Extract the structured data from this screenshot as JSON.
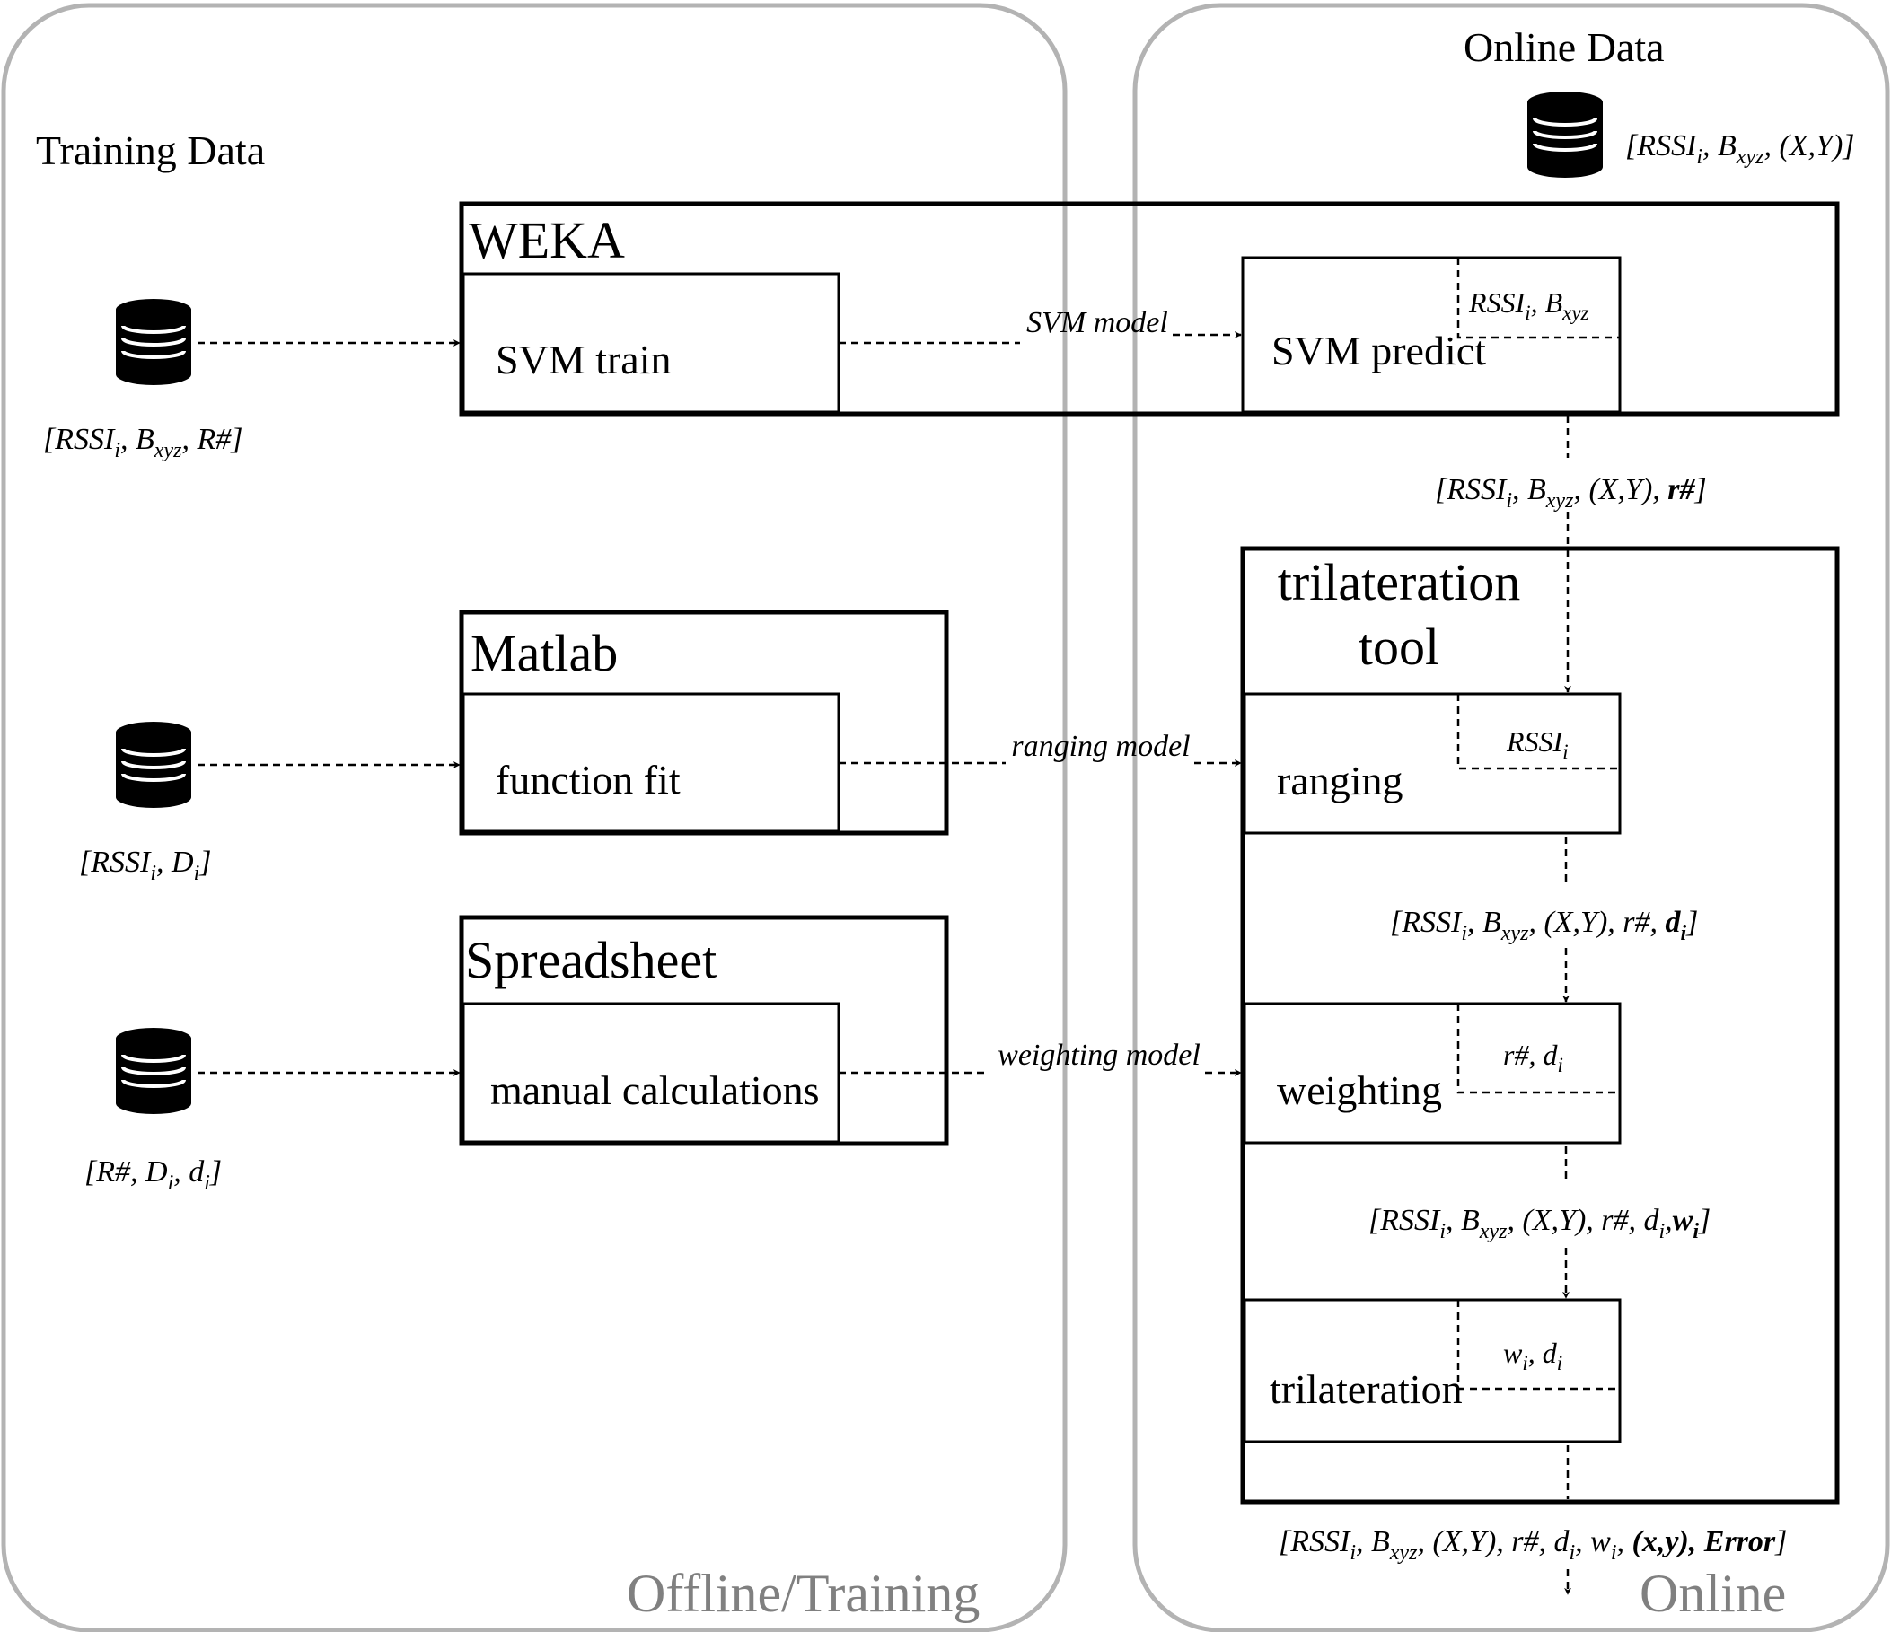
{
  "panels": {
    "offline": {
      "label": "Offline/Training",
      "heading": "Training Data"
    },
    "online": {
      "label": "Online",
      "heading": "Online Data"
    }
  },
  "online_db_label": {
    "a": "[RSSI",
    "a_sub": "i",
    "b": ", B",
    "b_sub": "xyz",
    "c": ", (X,Y)]"
  },
  "training_sources": [
    {
      "name": "svm-training",
      "parts": [
        [
          "[RSSI",
          ""
        ],
        [
          "i",
          "sub"
        ],
        [
          ", B",
          ""
        ],
        [
          "xyz",
          "sub"
        ],
        [
          ", R#]",
          ""
        ]
      ]
    },
    {
      "name": "ranging-training",
      "parts": [
        [
          "[RSSI",
          ""
        ],
        [
          "i",
          "sub"
        ],
        [
          ", D",
          ""
        ],
        [
          "i",
          "sub"
        ],
        [
          "]",
          ""
        ]
      ]
    },
    {
      "name": "weighting-training",
      "parts": [
        [
          "[R#, D",
          ""
        ],
        [
          "i",
          "sub"
        ],
        [
          ", d",
          ""
        ],
        [
          "i",
          "sub"
        ],
        [
          "]",
          ""
        ]
      ]
    }
  ],
  "tools": {
    "weka": {
      "title": "WEKA",
      "train": "SVM train",
      "predict": "SVM predict",
      "predict_input": [
        [
          "RSSI",
          ""
        ],
        [
          "i",
          "sub"
        ],
        [
          ", B",
          ""
        ],
        [
          "xyz",
          "sub"
        ]
      ]
    },
    "matlab": {
      "title": "Matlab",
      "inner": "function fit"
    },
    "spreadsheet": {
      "title": "Spreadsheet",
      "inner": "manual calculations"
    }
  },
  "models": {
    "svm": "SVM model",
    "ranging": "ranging model",
    "weighting": "weighting model"
  },
  "trilateration_tool": {
    "title_line1": "trilateration",
    "title_line2": "tool",
    "steps": {
      "ranging": {
        "label": "ranging",
        "input": [
          [
            "RSSI",
            ""
          ],
          [
            "i",
            "sub"
          ]
        ]
      },
      "weighting": {
        "label": "weighting",
        "input": [
          [
            "r#, d",
            ""
          ],
          [
            "i",
            "sub"
          ]
        ]
      },
      "trilateration": {
        "label": "trilateration",
        "input": [
          [
            "w",
            ""
          ],
          [
            "i",
            "sub"
          ],
          [
            ", d",
            ""
          ],
          [
            "i",
            "sub"
          ]
        ]
      }
    }
  },
  "flow_labels": {
    "after_predict": [
      [
        "[RSSI",
        ""
      ],
      [
        "i",
        "sub"
      ],
      [
        ", B",
        ""
      ],
      [
        "xyz",
        "sub"
      ],
      [
        ", (X,Y), ",
        ""
      ],
      [
        "r#",
        "bold"
      ],
      [
        "]",
        ""
      ]
    ],
    "after_ranging": [
      [
        "[RSSI",
        ""
      ],
      [
        "i",
        "sub"
      ],
      [
        ", B",
        ""
      ],
      [
        "xyz",
        "sub"
      ],
      [
        ", (X,Y), r#, ",
        ""
      ],
      [
        "d",
        "bold"
      ],
      [
        "i",
        "boldsub"
      ],
      [
        "]",
        ""
      ]
    ],
    "after_weighting": [
      [
        "[RSSI",
        ""
      ],
      [
        "i",
        "sub"
      ],
      [
        ", B",
        ""
      ],
      [
        "xyz",
        "sub"
      ],
      [
        ", (X,Y), r#, d",
        ""
      ],
      [
        "i",
        "sub"
      ],
      [
        ",",
        ""
      ],
      [
        "w",
        "bold"
      ],
      [
        "i",
        "boldsub"
      ],
      [
        "]",
        ""
      ]
    ],
    "final_output": [
      [
        "[RSSI",
        ""
      ],
      [
        "i",
        "sub"
      ],
      [
        ", B",
        ""
      ],
      [
        "xyz",
        "sub"
      ],
      [
        ", (X,Y), r#, d",
        ""
      ],
      [
        "i",
        "sub"
      ],
      [
        ", w",
        ""
      ],
      [
        "i",
        "sub"
      ],
      [
        ", ",
        ""
      ],
      [
        "(x,y), Error",
        "bold"
      ],
      [
        "]",
        ""
      ]
    ]
  },
  "colors": {
    "panel_border": "#b3b3b3",
    "panel_label": "#808080",
    "ink": "#000000"
  }
}
